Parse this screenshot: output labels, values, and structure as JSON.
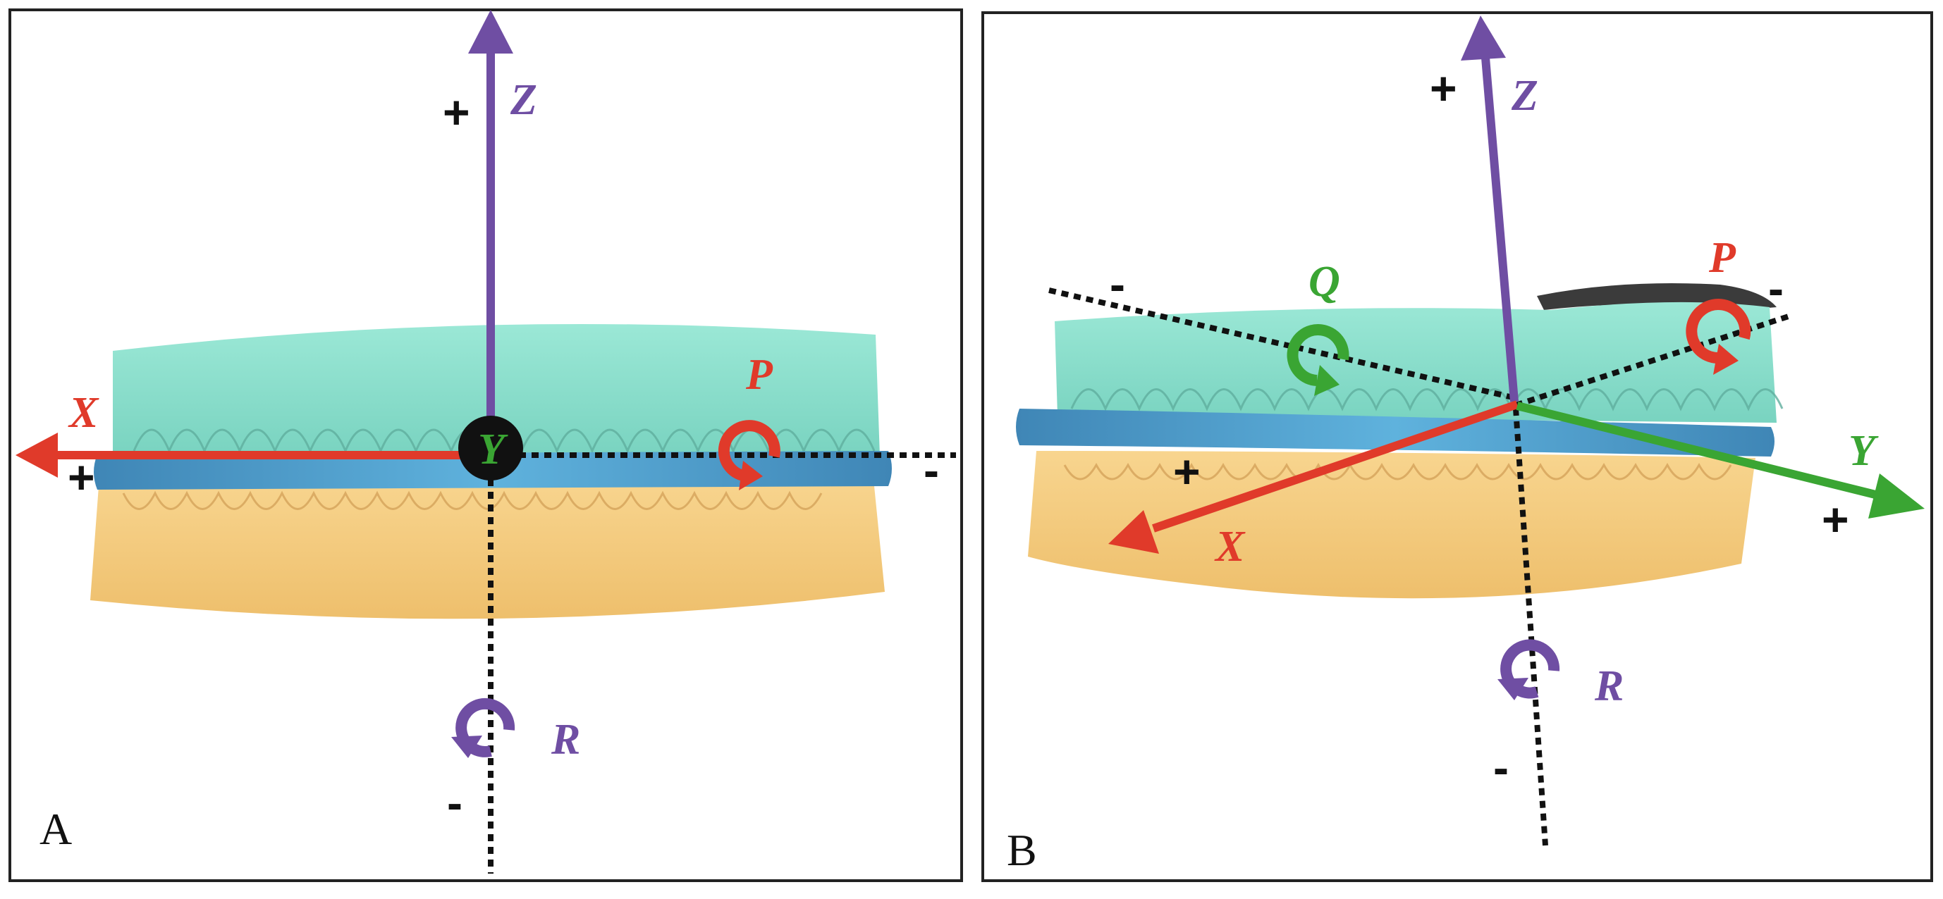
{
  "colors": {
    "x_axis": "#e03a2a",
    "y_axis": "#3aa533",
    "z_axis": "#6f4ea3",
    "upper_model": "#8fe0cf",
    "splint": "#4c95c2",
    "lower_model": "#f4c97e",
    "frame": "#222222"
  },
  "panel_a": {
    "letter": "A",
    "axes": {
      "x": "X",
      "y": "Y",
      "z": "Z"
    },
    "rotations": {
      "p": "P",
      "r": "R"
    },
    "signs": {
      "z_plus": "+",
      "x_plus": "+",
      "x_minus": "-",
      "z_minus": "-"
    }
  },
  "panel_b": {
    "letter": "B",
    "axes": {
      "x": "X",
      "y": "Y",
      "z": "Z"
    },
    "rotations": {
      "q": "Q",
      "p": "P",
      "r": "R"
    },
    "signs": {
      "z_plus": "+",
      "x_minus": "-",
      "x_plus": "+",
      "y_minus": "-",
      "y_plus": "+",
      "z_minus": "-"
    }
  },
  "icons": {
    "rotation": "circular-arrow-icon",
    "axis": "arrow-icon"
  }
}
